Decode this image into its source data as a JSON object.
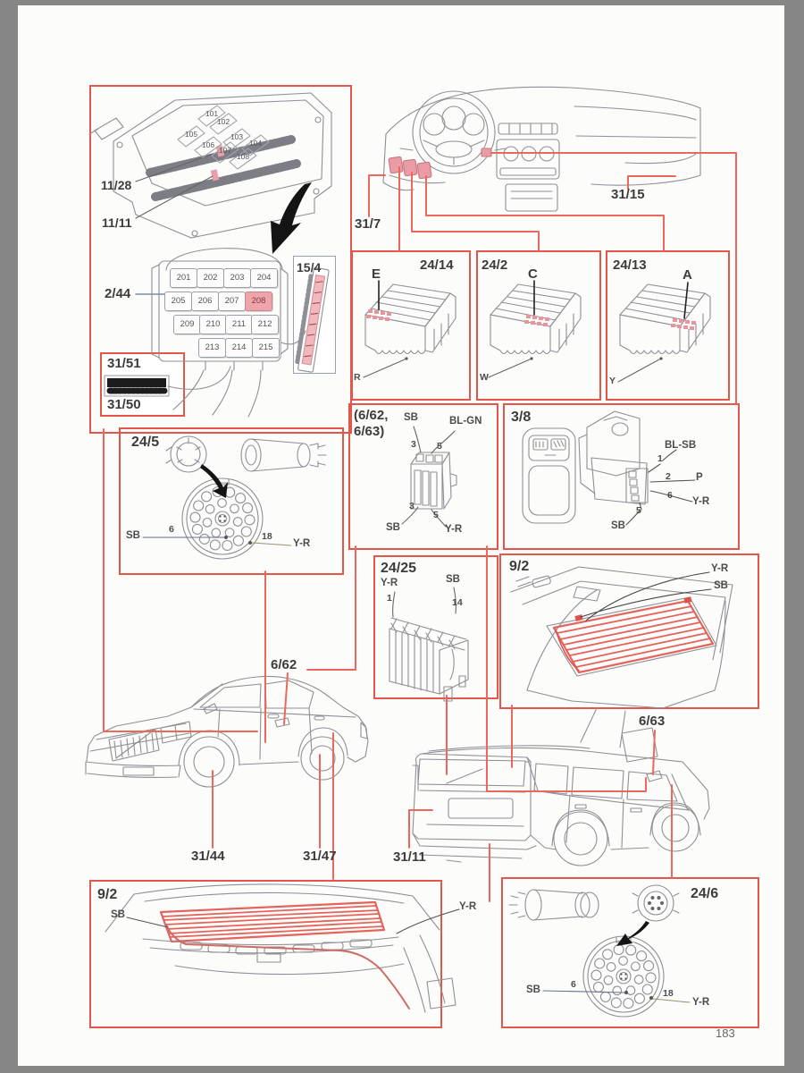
{
  "page_number": "183",
  "colors": {
    "box_border": "#e2564c",
    "leader_red": "#ee675d",
    "highlight_pink": "#efa3ab",
    "grid_red": "#e4645c"
  },
  "fusebox": {
    "label_top": "11/28",
    "label_bottom": "11/11",
    "panel_label": "2/44",
    "strip_label": "15/4",
    "comb_top": "31/51",
    "comb_bottom": "31/50",
    "relays": [
      "101",
      "102",
      "103",
      "104",
      "105",
      "106",
      "107",
      "108"
    ],
    "fuse_rows": [
      [
        "201",
        "202",
        "203",
        "204"
      ],
      [
        "205",
        "206",
        "207",
        "208"
      ],
      [
        "209",
        "210",
        "211",
        "212"
      ],
      [
        "213",
        "214",
        "215"
      ]
    ]
  },
  "dashboard": {
    "label_fuse_access": "31/7",
    "label_glovebox": "31/15"
  },
  "blocks": [
    {
      "id": "24/14",
      "pos": "E",
      "wire": "R"
    },
    {
      "id": "24/2",
      "pos": "C",
      "wire": "W"
    },
    {
      "id": "24/13",
      "pos": "A",
      "wire": "Y"
    }
  ],
  "conn_24_5": {
    "id": "24/5",
    "wire_left": "SB",
    "pin_left": "6",
    "pin_right": "18",
    "wire_right": "Y-R"
  },
  "conn_6_62": {
    "title_line1": "(6/62,",
    "title_line2": "6/63)",
    "top_pin_left": "3",
    "top_wire_left": "SB",
    "top_pin_right": "5",
    "top_wire_right": "BL-GN",
    "bot_pin_left": "3",
    "bot_wire_left": "SB",
    "bot_pin_right": "5",
    "bot_wire_right": "Y-R"
  },
  "switch_3_8": {
    "id": "3/8",
    "pins": [
      {
        "pin": "1",
        "wire": "BL-SB"
      },
      {
        "pin": "2",
        "wire": "P"
      },
      {
        "pin": "6",
        "wire": "Y-R"
      },
      {
        "pin": "5",
        "wire": "SB"
      }
    ]
  },
  "conn_24_25": {
    "id": "24/25",
    "wire_left": "Y-R",
    "pin_left": "1",
    "wire_right": "SB",
    "pin_right": "14"
  },
  "window_wagon": {
    "id": "9/2",
    "wire_top": "Y-R",
    "wire_bottom": "SB"
  },
  "sedan": {
    "mirror": "6/62",
    "front": "31/44",
    "rocker": "31/47"
  },
  "wagon": {
    "mirror": "6/63",
    "tailgate": "31/11"
  },
  "window_sedan": {
    "id": "9/2",
    "wire_left": "SB",
    "wire_right": "Y-R"
  },
  "conn_24_6": {
    "id": "24/6",
    "wire_left": "SB",
    "pin_left": "6",
    "pin_right": "18",
    "wire_right": "Y-R"
  }
}
